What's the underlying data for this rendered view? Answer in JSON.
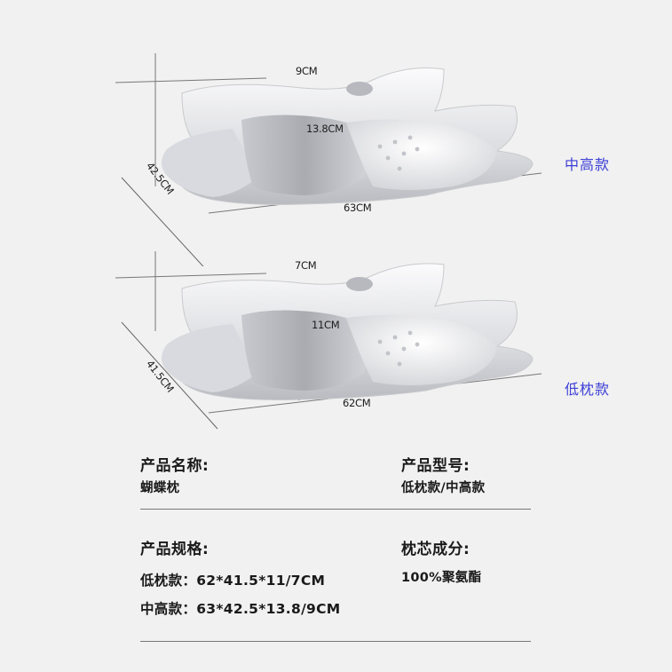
{
  "diagrams": [
    {
      "model": "中高款",
      "dims": {
        "top_height": "9CM",
        "center_height": "13.8CM",
        "length": "63CM",
        "width": "42.5CM"
      }
    },
    {
      "model": "低枕款",
      "dims": {
        "top_height": "7CM",
        "center_height": "11CM",
        "length": "62CM",
        "width": "41.5CM"
      }
    }
  ],
  "colors": {
    "model_tag": "#3d3fd6",
    "background": "#f1f1f1",
    "text": "#1a1a1a"
  },
  "specs": {
    "name": {
      "label": "产品名称:",
      "value": "蝴蝶枕"
    },
    "model": {
      "label": "产品型号:",
      "value": "低枕款/中高款"
    },
    "size": {
      "label": "产品规格:",
      "values": [
        "低枕款：62*41.5*11/7CM",
        "中高款：63*42.5*13.8/9CM"
      ]
    },
    "material": {
      "label": "枕芯成分:",
      "value": "100%聚氨酯"
    }
  }
}
